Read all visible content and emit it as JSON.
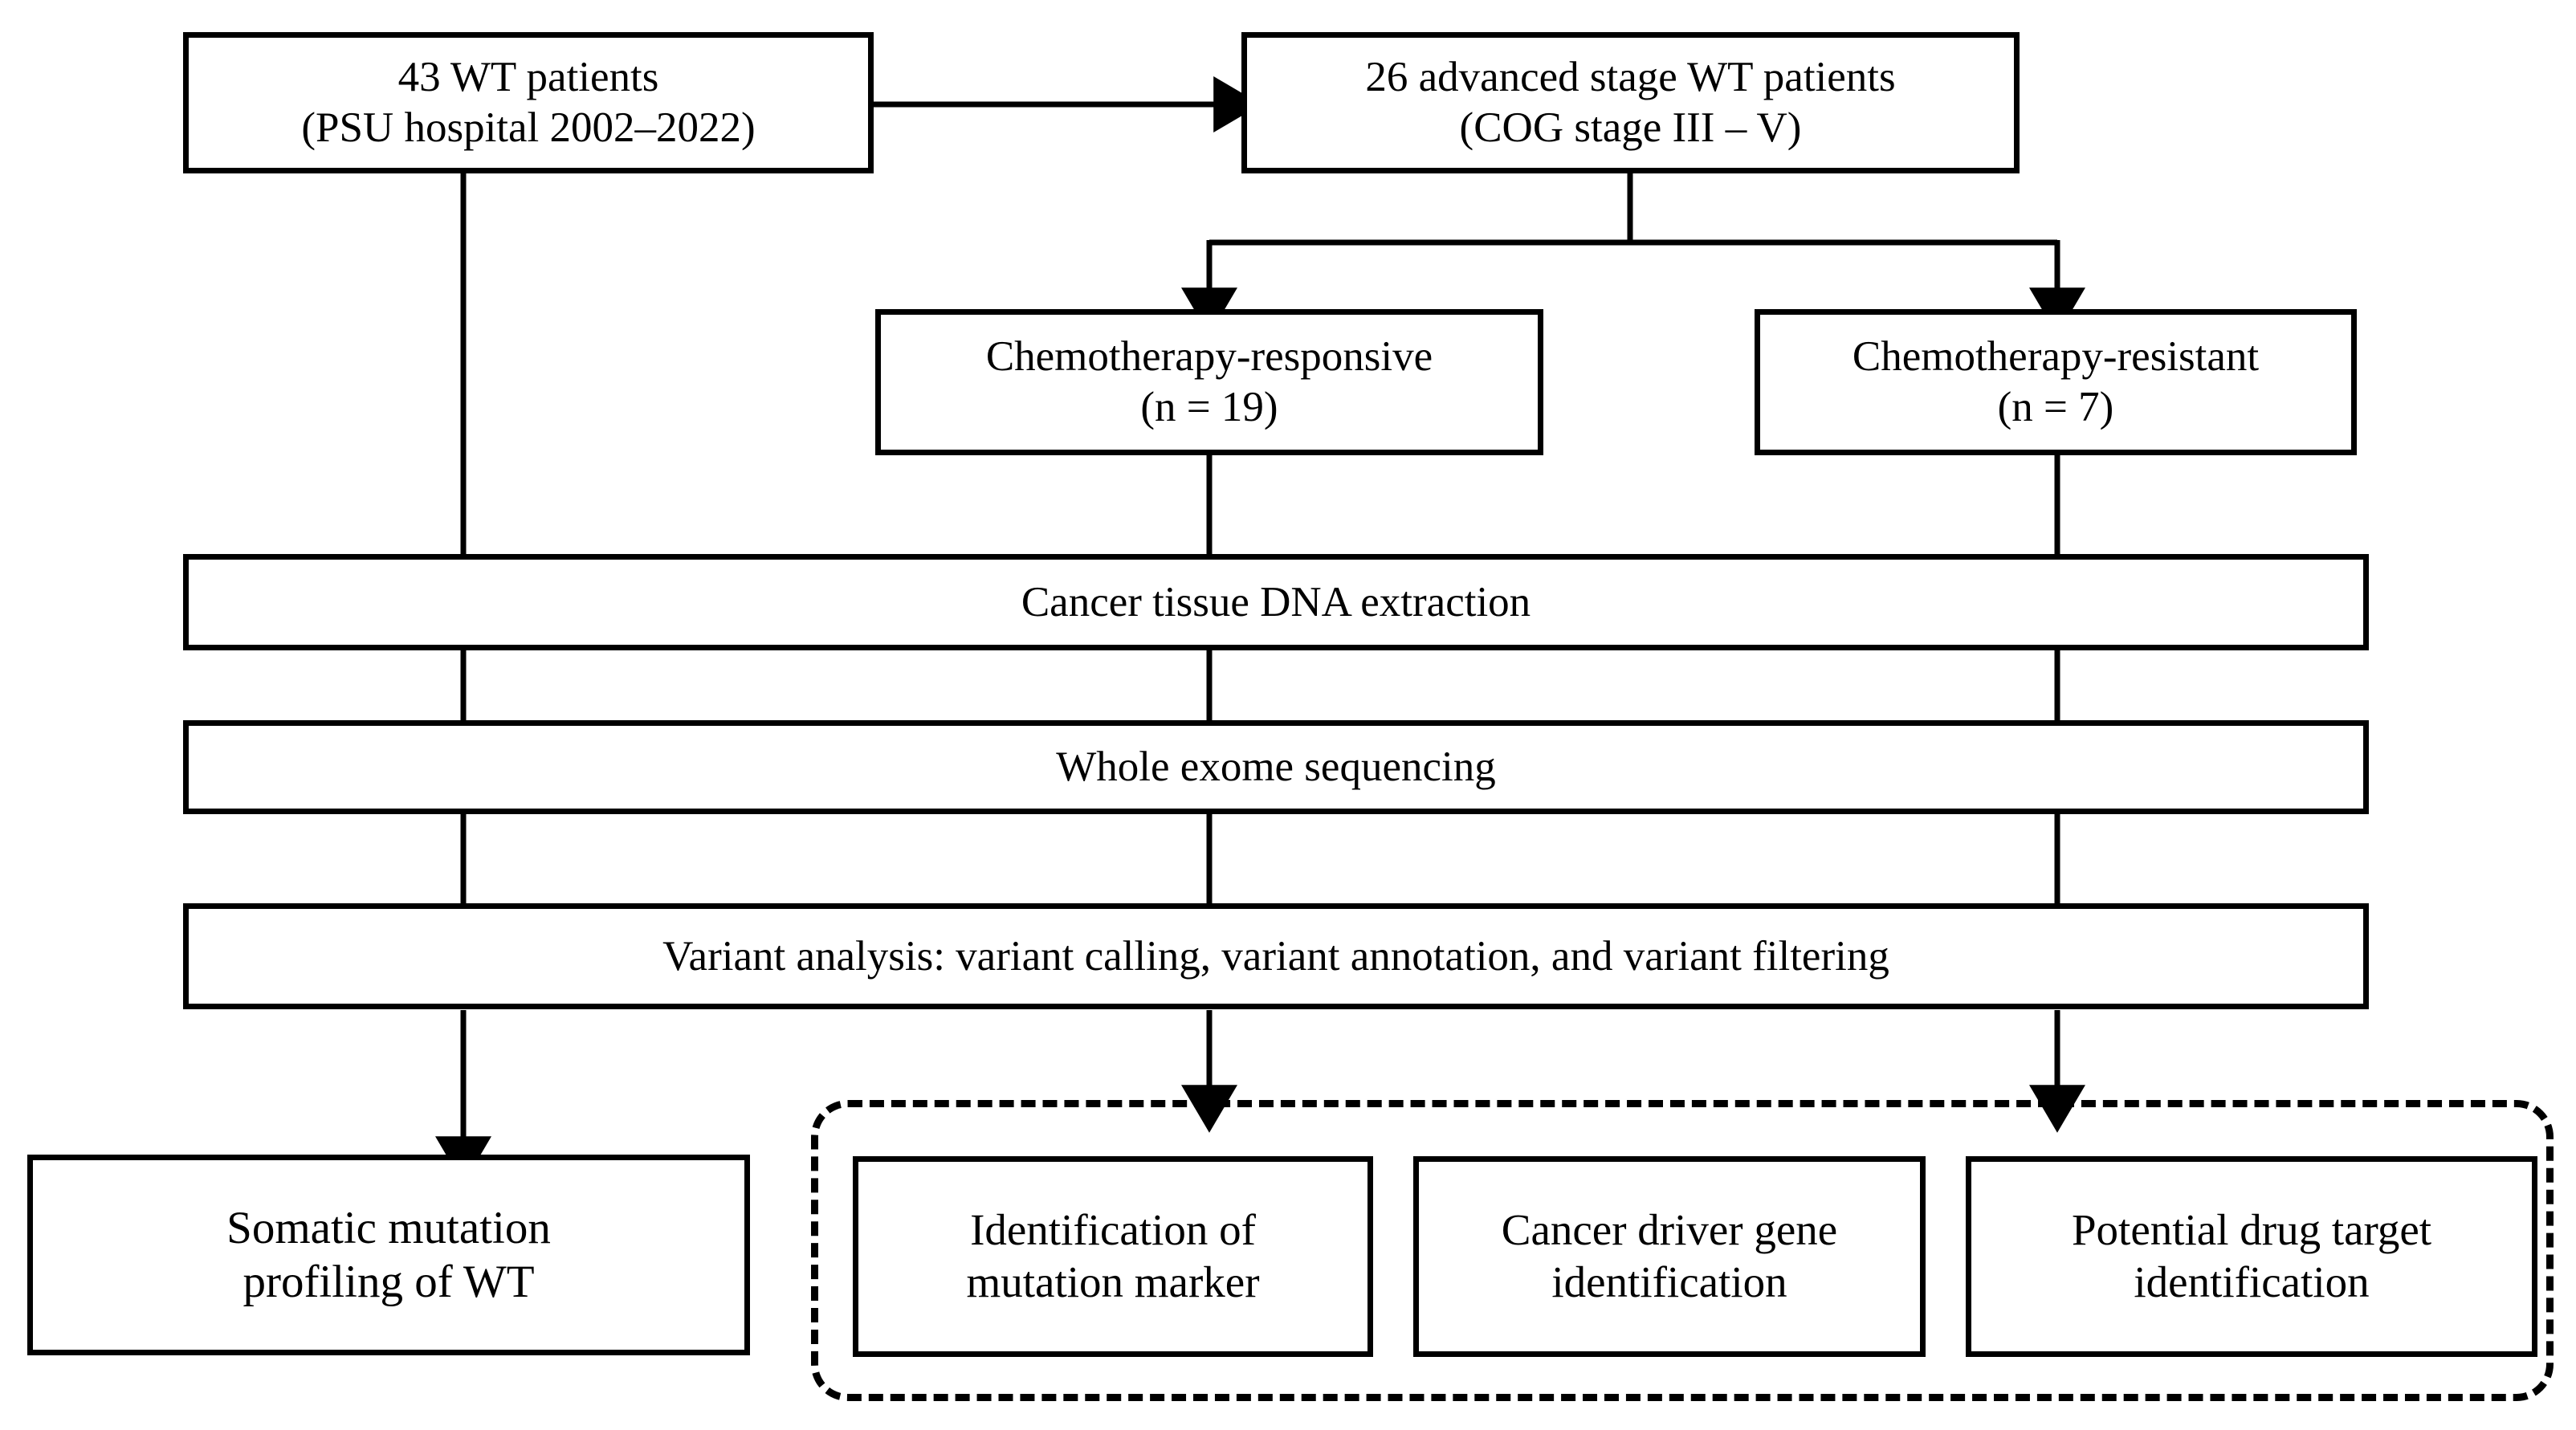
{
  "figure": {
    "type": "flowchart",
    "title": "Wilms tumor (WT) whole exome sequencing study workflow"
  },
  "nodes": {
    "cohort": {
      "label": "43 WT patients\n(PSU hospital 2002–2022)"
    },
    "advanced": {
      "label": "26 advanced stage WT patients\n(COG stage III – V)"
    },
    "responsive": {
      "label": "Chemotherapy-responsive\n(n = 19)"
    },
    "resistant": {
      "label": "Chemotherapy-resistant\n(n = 7)"
    },
    "dna": {
      "label": "Cancer tissue DNA extraction"
    },
    "wes": {
      "label": "Whole exome sequencing"
    },
    "variant": {
      "label": "Variant analysis: variant calling, variant annotation, and variant filtering"
    },
    "somatic": {
      "label": "Somatic mutation\nprofiling of WT"
    },
    "marker": {
      "label": "Identification of\nmutation marker"
    },
    "driver": {
      "label": "Cancer driver gene\nidentification"
    },
    "drug": {
      "label": "Potential drug target\nidentification"
    }
  },
  "counts": {
    "total_patients": 43,
    "advanced_stage_patients": 26,
    "chemotherapy_responsive": 19,
    "chemotherapy_resistant": 7
  },
  "style": {
    "stroke": "#000000",
    "fill": "#ffffff",
    "dashed_group_border": "#000000"
  },
  "edges": [
    {
      "from": "cohort",
      "to": "advanced",
      "kind": "arrow-right"
    },
    {
      "from": "advanced",
      "to": "responsive",
      "kind": "arrow-down"
    },
    {
      "from": "advanced",
      "to": "resistant",
      "kind": "arrow-down"
    },
    {
      "from": "cohort",
      "to": "somatic",
      "kind": "arrow-down"
    },
    {
      "from": "responsive",
      "to": "dna",
      "kind": "line-down"
    },
    {
      "from": "resistant",
      "to": "dna",
      "kind": "line-down"
    },
    {
      "from": "dna",
      "to": "wes",
      "kind": "line-down"
    },
    {
      "from": "wes",
      "to": "variant",
      "kind": "line-down"
    },
    {
      "from": "variant",
      "to": "outputs-group",
      "kind": "arrow-down"
    }
  ]
}
